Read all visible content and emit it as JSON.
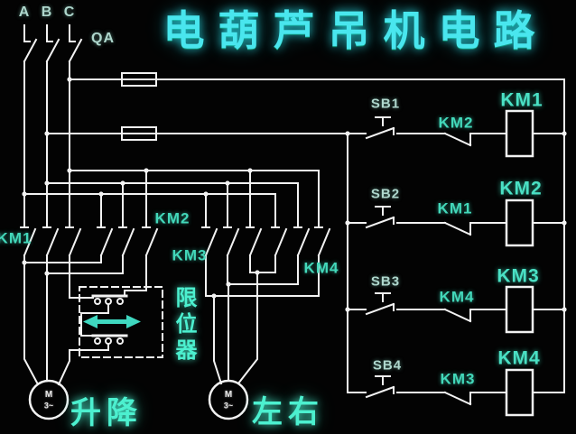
{
  "title": "电葫芦吊机电路",
  "colors": {
    "wire": "#f2f2f2",
    "label_teal": "#43d8ba",
    "title_cyan": "#49e6ee",
    "glow_green": "#4cf0cf",
    "arrow": "#3fd8c0"
  },
  "power": {
    "phases": [
      "A",
      "B",
      "C"
    ],
    "breaker": "QA",
    "contactor_banks": [
      "KM1",
      "KM2",
      "KM3",
      "KM4"
    ],
    "limiter_label": "限位器",
    "motors": [
      {
        "symbol": "M",
        "type": "3~",
        "caption": "升降"
      },
      {
        "symbol": "M",
        "type": "3~",
        "caption": "左右"
      }
    ]
  },
  "control": {
    "rungs": [
      {
        "button": "SB1",
        "interlock": "KM2",
        "coil": "KM1"
      },
      {
        "button": "SB2",
        "interlock": "KM1",
        "coil": "KM2"
      },
      {
        "button": "SB3",
        "interlock": "KM4",
        "coil": "KM3"
      },
      {
        "button": "SB4",
        "interlock": "KM3",
        "coil": "KM4"
      }
    ]
  }
}
